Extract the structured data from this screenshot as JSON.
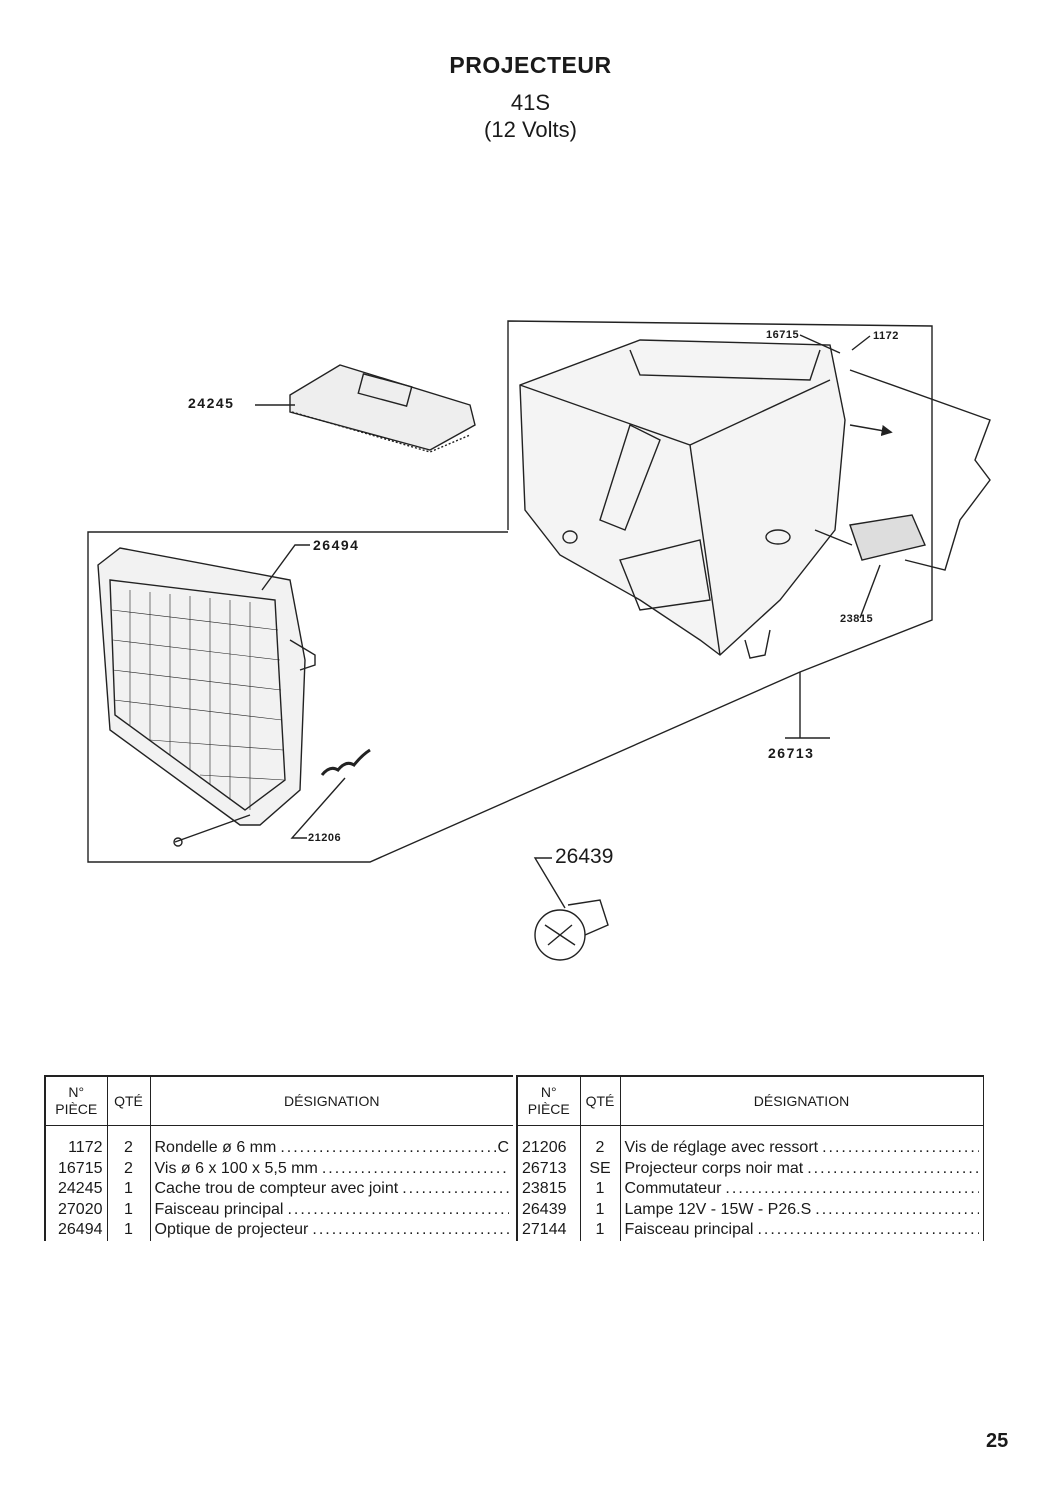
{
  "header": {
    "title": "PROJECTEUR",
    "model": "41S",
    "voltage": "(12 Volts)"
  },
  "callouts": {
    "c24245": "24245",
    "c26494": "26494",
    "c16715": "16715",
    "c1172": "1172",
    "c23815": "23815",
    "c26713": "26713",
    "c21206": "21206",
    "c26439": "26439"
  },
  "table": {
    "headers": {
      "no_line1": "N°",
      "no_line2": "PIÈCE",
      "qty": "QTÉ",
      "designation": "DÉSIGNATION"
    },
    "left": [
      {
        "no": "1172",
        "qty": "2",
        "designation": "Rondelle ø 6 mm",
        "suffix": "C"
      },
      {
        "no": "16715",
        "qty": "2",
        "designation": "Vis ø 6 x 100 x 5,5 mm",
        "suffix": ""
      },
      {
        "no": "24245",
        "qty": "1",
        "designation": "Cache trou de compteur avec joint",
        "suffix": ""
      },
      {
        "no": "27020",
        "qty": "1",
        "designation": "Faisceau principal",
        "suffix": ""
      },
      {
        "no": "26494",
        "qty": "1",
        "designation": "Optique de projecteur",
        "suffix": ""
      }
    ],
    "right": [
      {
        "no": "21206",
        "qty": "2",
        "designation": "Vis de réglage avec ressort",
        "suffix": ""
      },
      {
        "no": "26713",
        "qty": "SE",
        "designation": "Projecteur corps noir mat",
        "suffix": ""
      },
      {
        "no": "23815",
        "qty": "1",
        "designation": "Commutateur",
        "suffix": ""
      },
      {
        "no": "26439",
        "qty": "1",
        "designation": "Lampe 12V - 15W - P26.S",
        "suffix": ""
      },
      {
        "no": "27144",
        "qty": "1",
        "designation": "Faisceau principal",
        "suffix": ""
      }
    ]
  },
  "footer": {
    "page_number": "25"
  }
}
